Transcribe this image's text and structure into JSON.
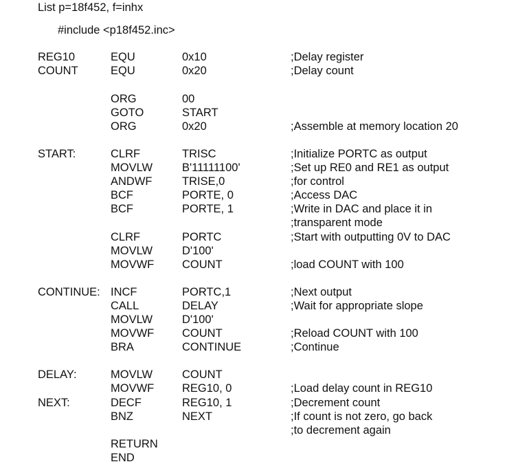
{
  "header": {
    "list_directive": "List p=18f452, f=inhx",
    "include_directive": "#include <p18f452.inc>"
  },
  "program": {
    "lines": [
      {
        "label": "REG10",
        "op": "EQU",
        "operand": "0x10",
        "comment": ";Delay register"
      },
      {
        "label": "COUNT",
        "op": "EQU",
        "operand": "0x20",
        "comment": ";Delay count"
      },
      {
        "label": "",
        "op": "ORG",
        "operand": "00",
        "comment": ""
      },
      {
        "label": "",
        "op": "GOTO",
        "operand": "START",
        "comment": ""
      },
      {
        "label": "",
        "op": "ORG",
        "operand": "0x20",
        "comment": ";Assemble at memory location 20"
      },
      {
        "label": "START:",
        "op": "CLRF",
        "operand": "TRISC",
        "comment": ";Initialize PORTC as output"
      },
      {
        "label": "",
        "op": "MOVLW",
        "operand": "B'11111100'",
        "comment": ";Set up RE0 and RE1 as output"
      },
      {
        "label": "",
        "op": "ANDWF",
        "operand": "TRISE,0",
        "comment": ";for control"
      },
      {
        "label": "",
        "op": "BCF",
        "operand": "PORTE, 0",
        "comment": ";Access DAC"
      },
      {
        "label": "",
        "op": "BCF",
        "operand": "PORTE, 1",
        "comment": ";Write in DAC and place it in"
      },
      {
        "label": "",
        "op": "",
        "operand": "",
        "comment": ";transparent mode"
      },
      {
        "label": "",
        "op": "CLRF",
        "operand": "PORTC",
        "comment": ";Start with outputting 0V to DAC"
      },
      {
        "label": "",
        "op": "MOVLW",
        "operand": "D'100'",
        "comment": ""
      },
      {
        "label": "",
        "op": "MOVWF",
        "operand": "COUNT",
        "comment": ";load COUNT with 100"
      },
      {
        "label": "CONTINUE:",
        "op": "INCF",
        "operand": "PORTC,1",
        "comment": ";Next output"
      },
      {
        "label": "",
        "op": "CALL",
        "operand": "DELAY",
        "comment": ";Wait for appropriate slope"
      },
      {
        "label": "",
        "op": "MOVLW",
        "operand": "D'100'",
        "comment": ""
      },
      {
        "label": "",
        "op": "MOVWF",
        "operand": "COUNT",
        "comment": ";Reload COUNT with 100"
      },
      {
        "label": "",
        "op": "BRA",
        "operand": "CONTINUE",
        "comment": ";Continue"
      },
      {
        "label": "DELAY:",
        "op": "MOVLW",
        "operand": "COUNT",
        "comment": ""
      },
      {
        "label": "",
        "op": "MOVWF",
        "operand": "REG10, 0",
        "comment": ";Load delay count in REG10"
      },
      {
        "label": "NEXT:",
        "op": "DECF",
        "operand": "REG10, 1",
        "comment": ";Decrement count"
      },
      {
        "label": "",
        "op": "BNZ",
        "operand": "NEXT",
        "comment": ";If count is not zero, go back"
      },
      {
        "label": "",
        "op": "",
        "operand": "",
        "comment": ";to decrement again"
      },
      {
        "label": "",
        "op": "RETURN",
        "operand": "",
        "comment": ""
      },
      {
        "label": "",
        "op": "END",
        "operand": "",
        "comment": ""
      }
    ]
  }
}
